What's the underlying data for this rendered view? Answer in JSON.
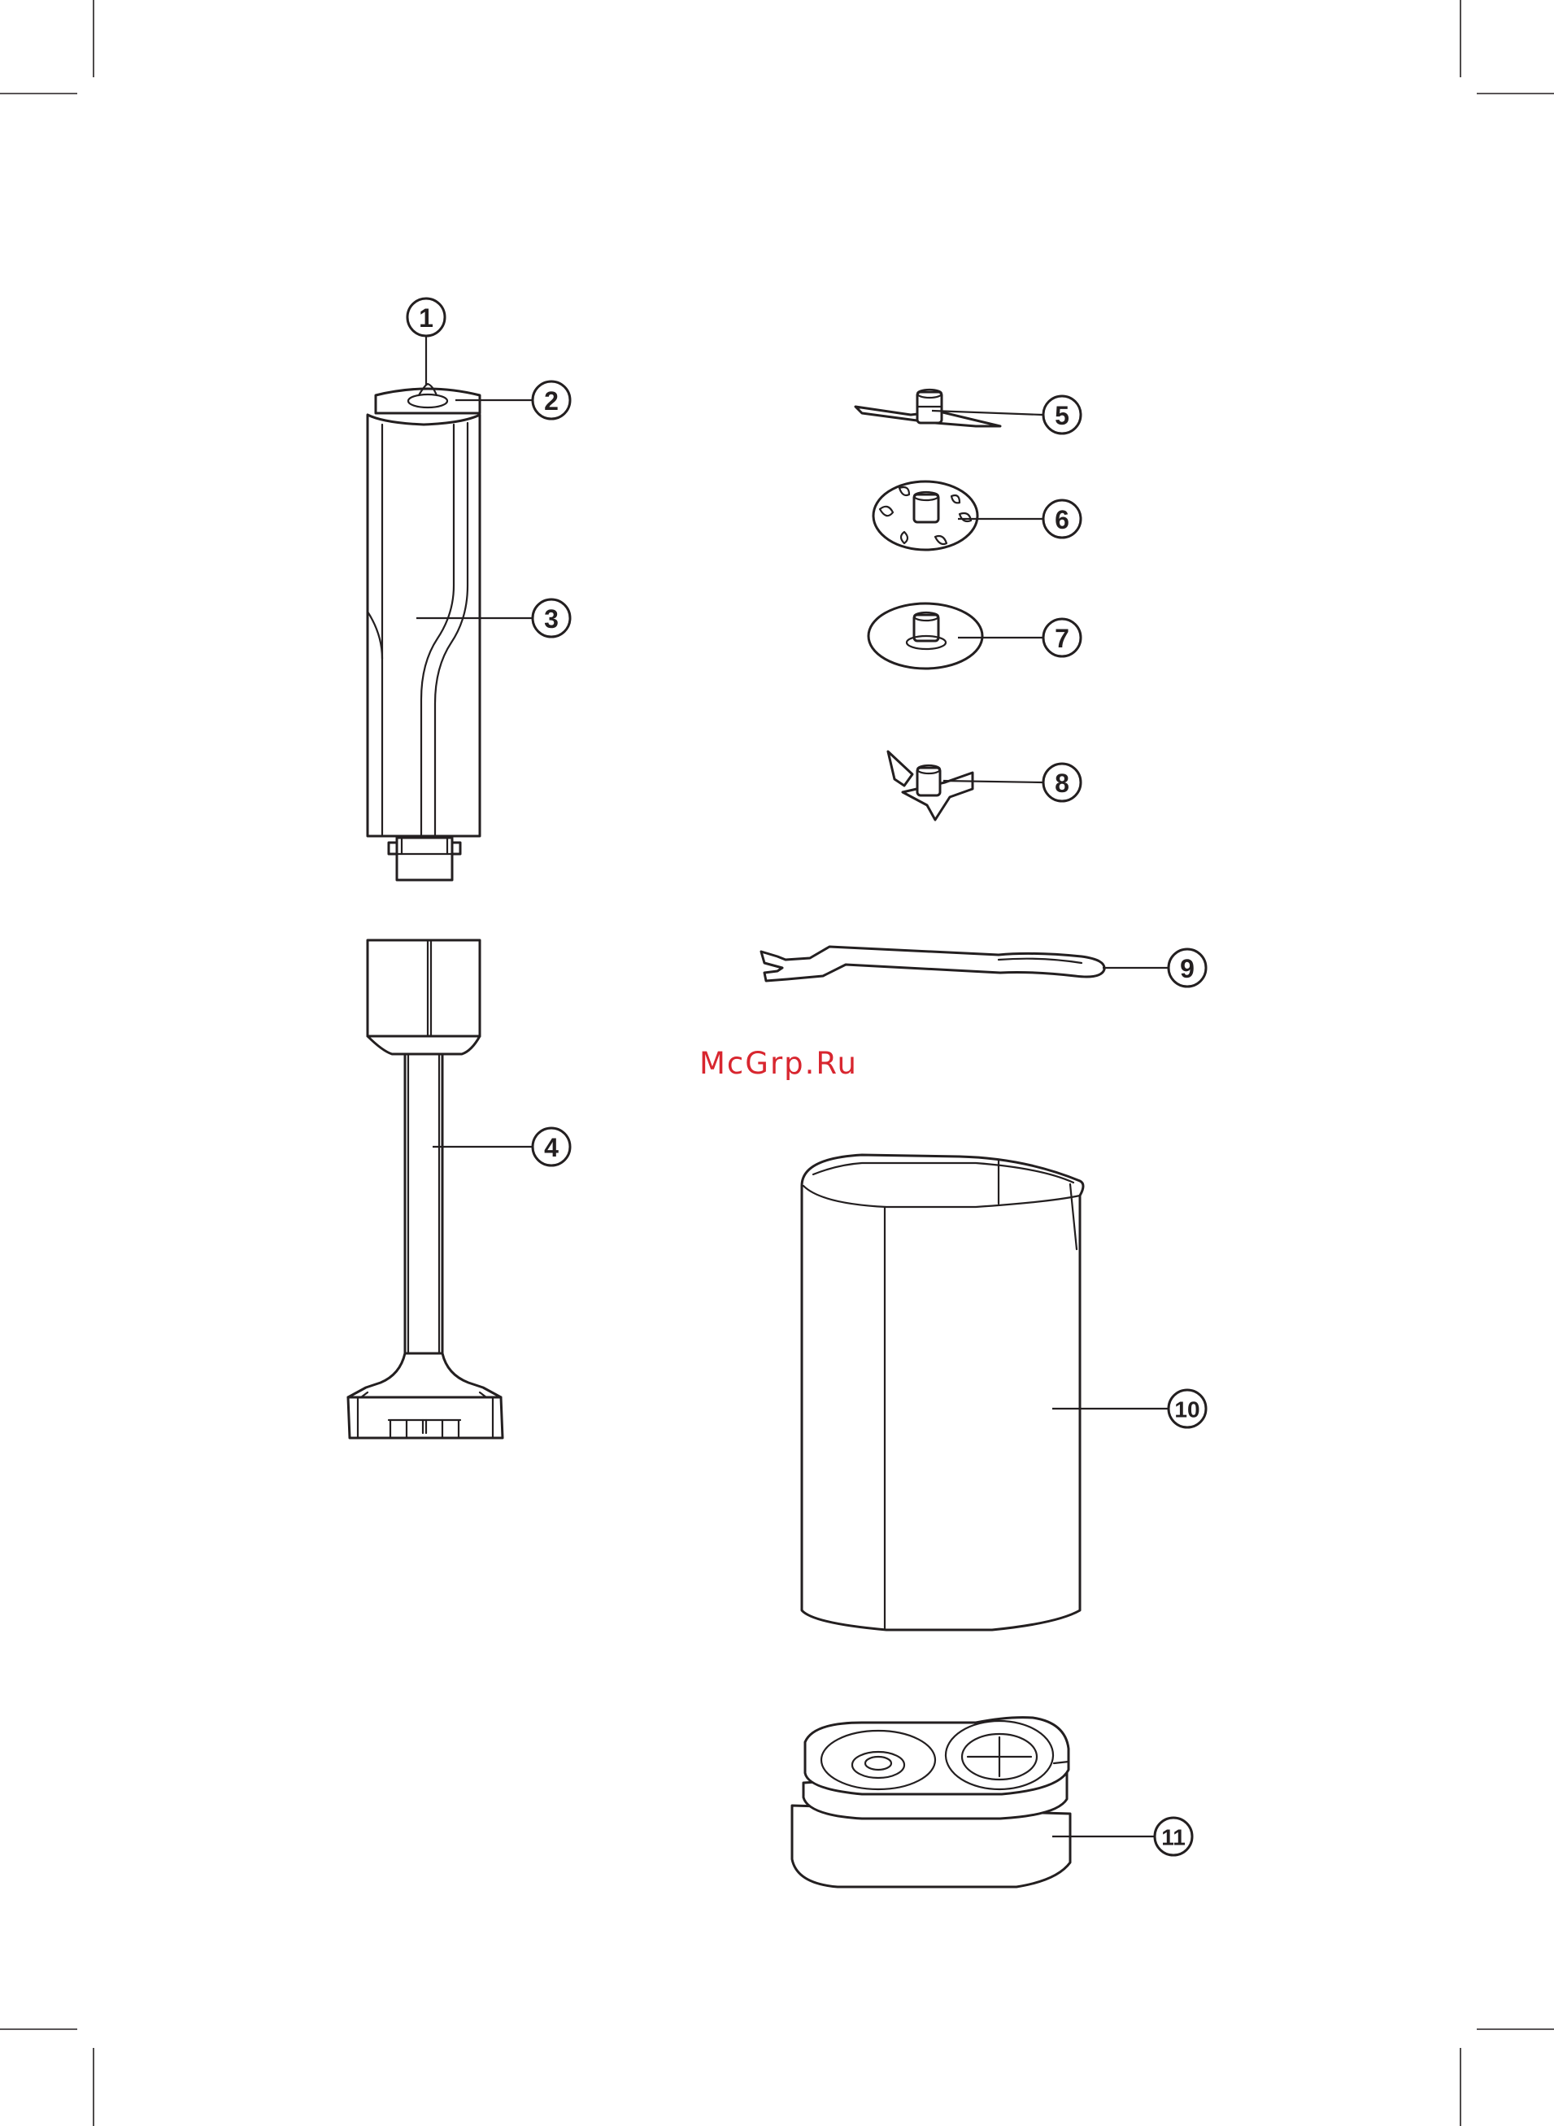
{
  "watermark": {
    "text": "McGrp.Ru",
    "color": "#d8262f"
  },
  "callouts": {
    "c1": "1",
    "c2": "2",
    "c3": "3",
    "c4": "4",
    "c5": "5",
    "c6": "6",
    "c7": "7",
    "c8": "8",
    "c9": "9",
    "c10": "10",
    "c11": "11"
  },
  "colors": {
    "line": "#231f20",
    "background": "#ffffff"
  }
}
